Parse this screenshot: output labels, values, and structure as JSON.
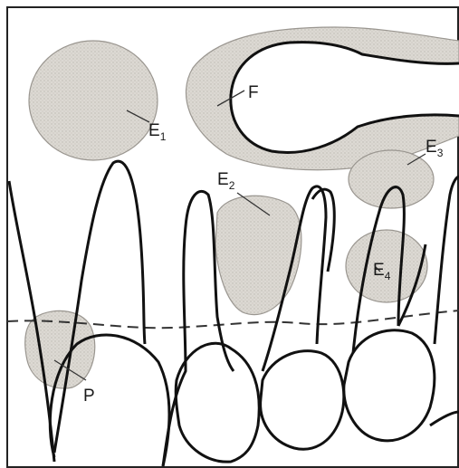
{
  "labels": {
    "e1": {
      "main": "E",
      "sub": "1"
    },
    "f": {
      "main": "F"
    },
    "e2": {
      "main": "E",
      "sub": "2"
    },
    "e3": {
      "main": "E",
      "sub": "3"
    },
    "e4": {
      "main": "E",
      "sub": "4"
    },
    "p": {
      "main": "P"
    }
  },
  "colors": {
    "lesion_fill": "#d8d5cf",
    "lesion_stroke": "#9a9690",
    "outline": "#111111",
    "background": "#ffffff"
  }
}
